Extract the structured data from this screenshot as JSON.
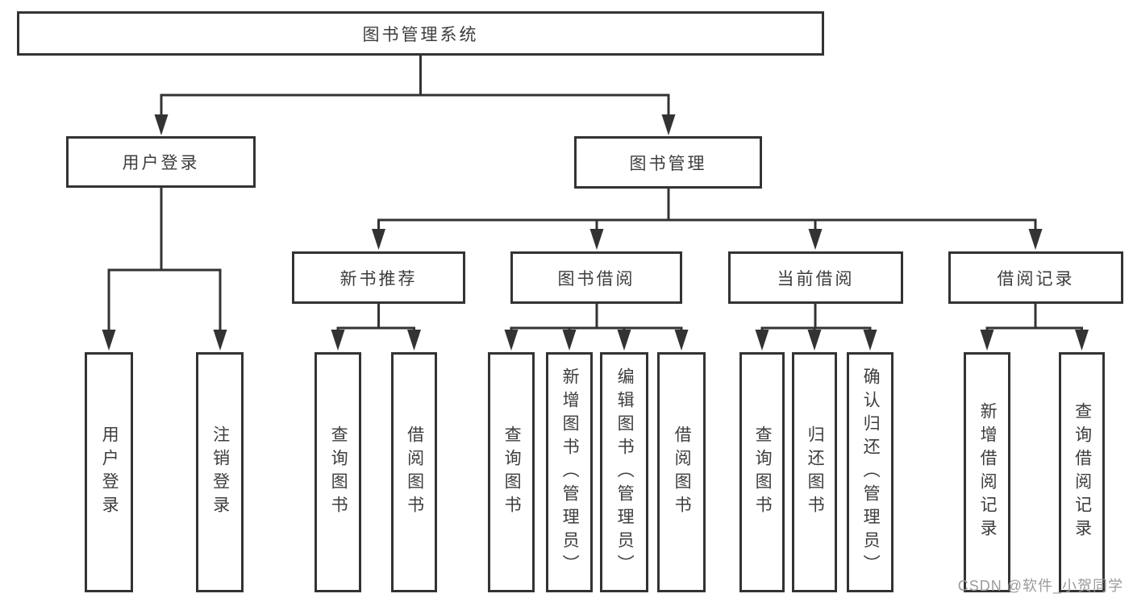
{
  "diagram_title": "图书管理系统",
  "tree": {
    "root": {
      "label": "图书管理系统",
      "children": [
        {
          "label": "用户登录",
          "children": [
            {
              "label": "用户登录"
            },
            {
              "label": "注销登录"
            }
          ]
        },
        {
          "label": "图书管理",
          "children": [
            {
              "label": "新书推荐",
              "children": [
                {
                  "label": "查询图书"
                },
                {
                  "label": "借阅图书"
                }
              ]
            },
            {
              "label": "图书借阅",
              "children": [
                {
                  "label": "查询图书"
                },
                {
                  "label": "新增图书（管理员）"
                },
                {
                  "label": "编辑图书（管理员）"
                },
                {
                  "label": "借阅图书"
                }
              ]
            },
            {
              "label": "当前借阅",
              "children": [
                {
                  "label": "查询图书"
                },
                {
                  "label": "归还图书"
                },
                {
                  "label": "确认归还（管理员）"
                }
              ]
            },
            {
              "label": "借阅记录",
              "children": [
                {
                  "label": "新增借阅记录"
                },
                {
                  "label": "查询借阅记录"
                }
              ]
            }
          ]
        }
      ]
    }
  },
  "watermark": "CSDN @软件_小贺同学",
  "colors": {
    "line": "#333333",
    "text": "#3d3d3d",
    "background": "#ffffff",
    "watermark": "#9b9b9b"
  }
}
